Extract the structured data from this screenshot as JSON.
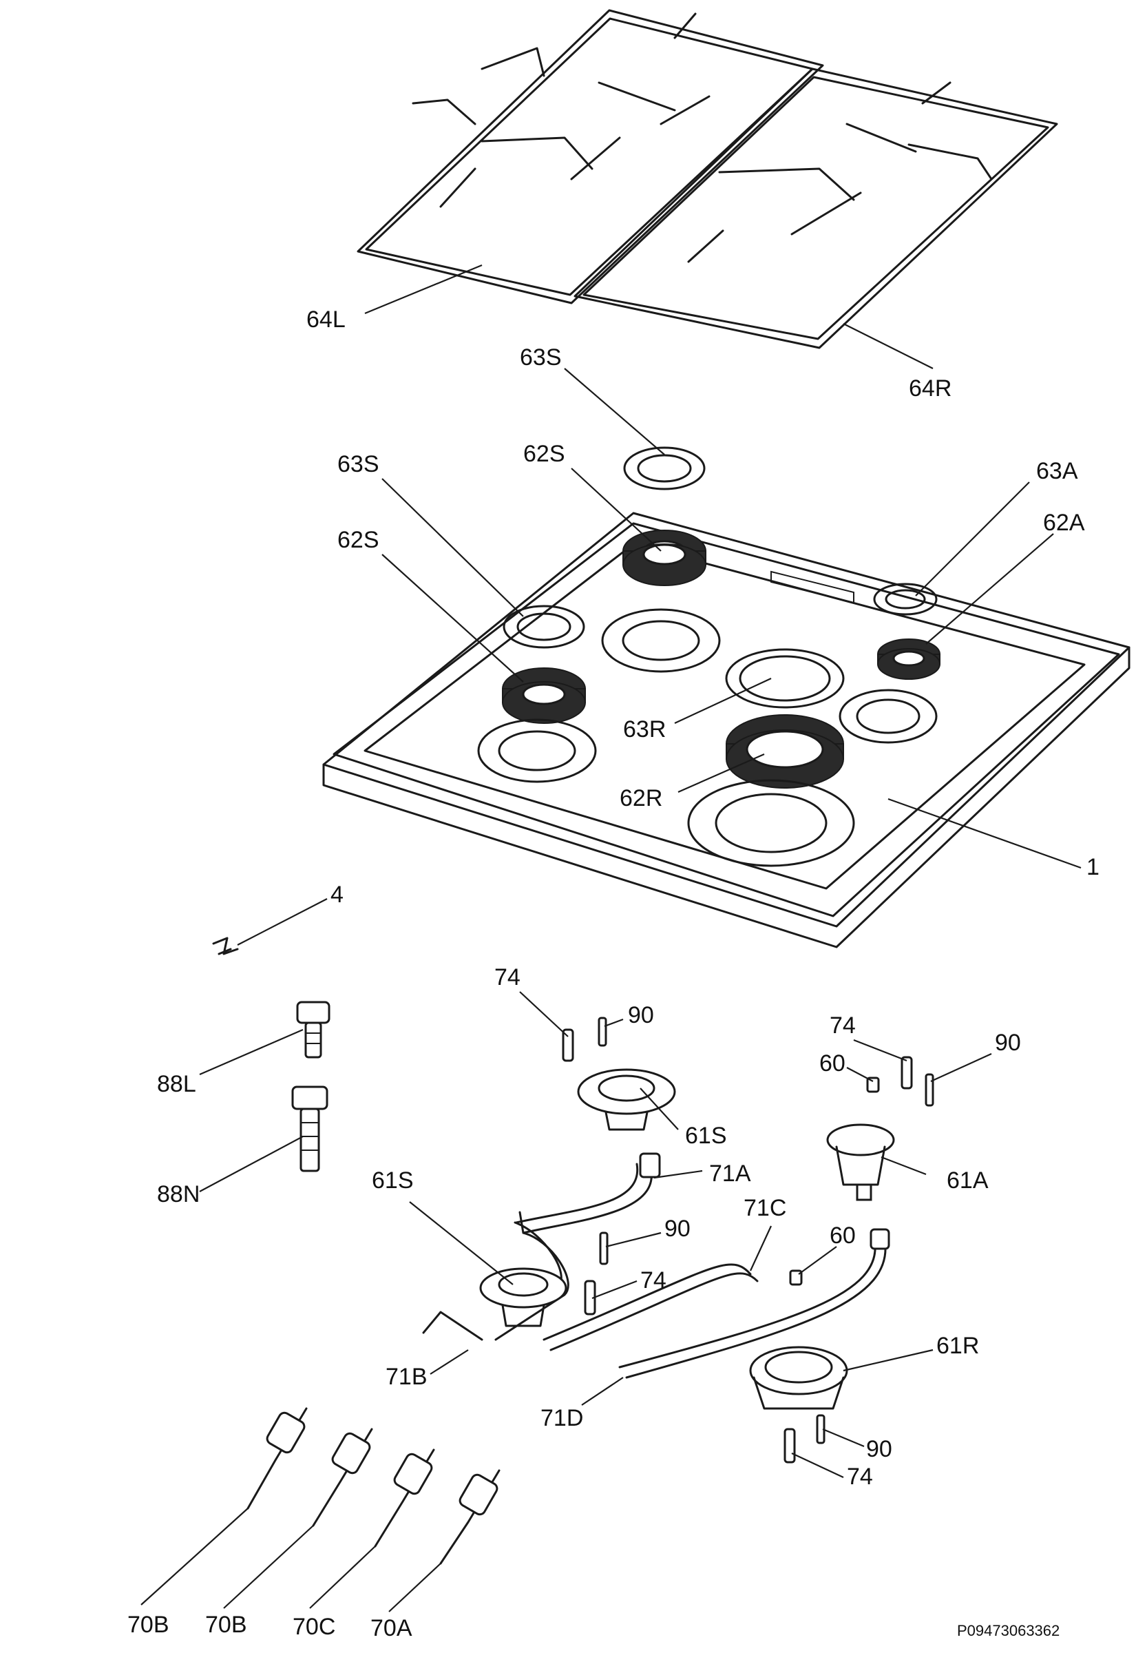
{
  "labels": {
    "l64L": "64L",
    "l64R": "64R",
    "l63S_top": "63S",
    "l63S_left": "63S",
    "l62S_top": "62S",
    "l62S_left": "62S",
    "l63A": "63A",
    "l62A": "62A",
    "l63R": "63R",
    "l62R": "62R",
    "l1": "1",
    "l4": "4",
    "l74_a": "74",
    "l90_a": "90",
    "l74_b": "74",
    "l90_b": "90",
    "l60_a": "60",
    "l88L": "88L",
    "l88N": "88N",
    "l61S_a": "61S",
    "l61S_b": "61S",
    "l61A": "61A",
    "l71A": "71A",
    "l71C": "71C",
    "l60_b": "60",
    "l90_c": "90",
    "l74_c": "74",
    "l71B": "71B",
    "l71D": "71D",
    "l61R": "61R",
    "l90_d": "90",
    "l74_d": "74",
    "l70B_a": "70B",
    "l70B_b": "70B",
    "l70C": "70C",
    "l70A": "70A"
  },
  "document_code": "P09473063362"
}
